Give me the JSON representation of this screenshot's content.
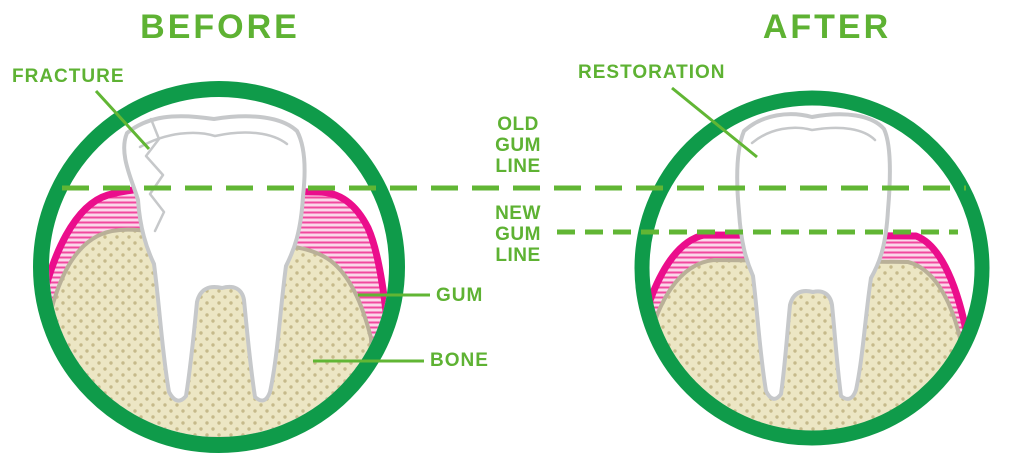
{
  "titles": {
    "before": "BEFORE",
    "after": "AFTER"
  },
  "annotations": {
    "fracture": "FRACTURE",
    "restoration": "RESTORATION",
    "old_gum_line": "OLD\nGUM\nLINE",
    "new_gum_line": "NEW\nGUM\nLINE",
    "gum": "GUM",
    "bone": "BONE"
  },
  "colors": {
    "label_green": "#5eb233",
    "ring_green": "#0f9b4a",
    "dash_green": "#61b634",
    "gum_magenta": "#eb0d8c",
    "gum_stripe_bg": "#fbd7ea",
    "gum_stripe_line": "#f1489f",
    "bone_fill": "#ece6c4",
    "bone_dot": "#c6ba8b",
    "bone_outline": "#b9b098",
    "tooth_outline": "#c6c8ca",
    "tooth_fill": "#ffffff",
    "background": "#ffffff"
  }
}
